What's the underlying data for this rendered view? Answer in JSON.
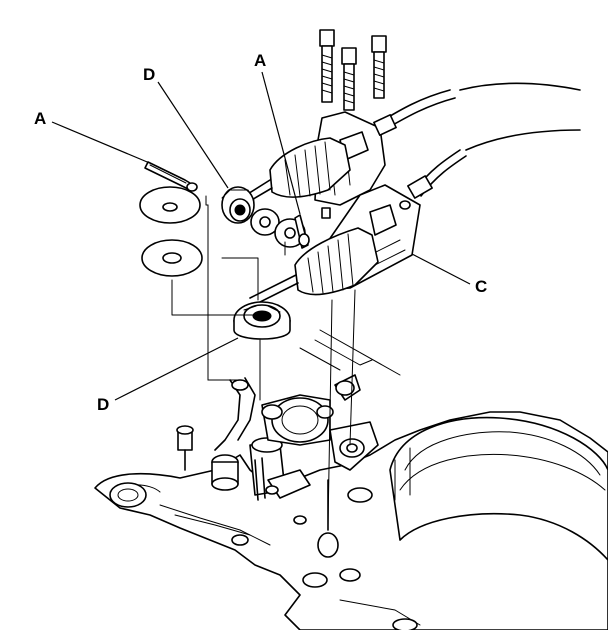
{
  "figure": {
    "callouts": {
      "a_left": "A",
      "a_top": "A",
      "c": "C",
      "d_top": "D",
      "d_bottom": "D"
    }
  }
}
